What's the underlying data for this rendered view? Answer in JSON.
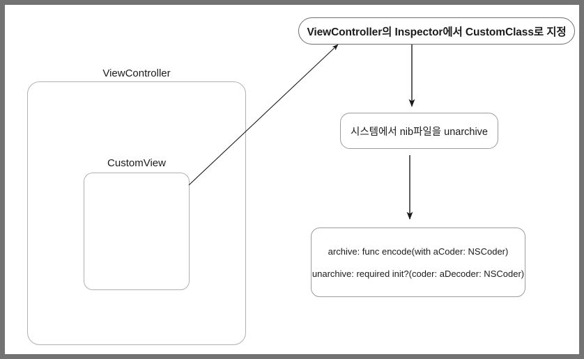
{
  "canvas": {
    "frame_color": "#737373",
    "background_color": "#ffffff",
    "stroke_color": "#9b9b9b"
  },
  "groups": [
    {
      "id": "viewcontroller",
      "label": "ViewController"
    },
    {
      "id": "customview",
      "label": "CustomView"
    }
  ],
  "nodes": {
    "top": {
      "text": "ViewController의 Inspector에서 CustomClass로 지정"
    },
    "middle": {
      "text": "시스템에서 nib파일을 unarchive"
    },
    "bottom": {
      "line1": "archive: func encode(with aCoder: NSCoder)",
      "line2": "unarchive: required init?(coder: aDecoder: NSCoder)"
    }
  },
  "connectors": [
    {
      "id": "customview-to-top",
      "from": "customview",
      "to": "top",
      "style": "diagonal-arrow"
    },
    {
      "id": "top-to-middle",
      "from": "top",
      "to": "middle",
      "style": "vertical-arrow"
    },
    {
      "id": "middle-to-bottom",
      "from": "middle",
      "to": "bottom",
      "style": "vertical-arrow"
    }
  ]
}
